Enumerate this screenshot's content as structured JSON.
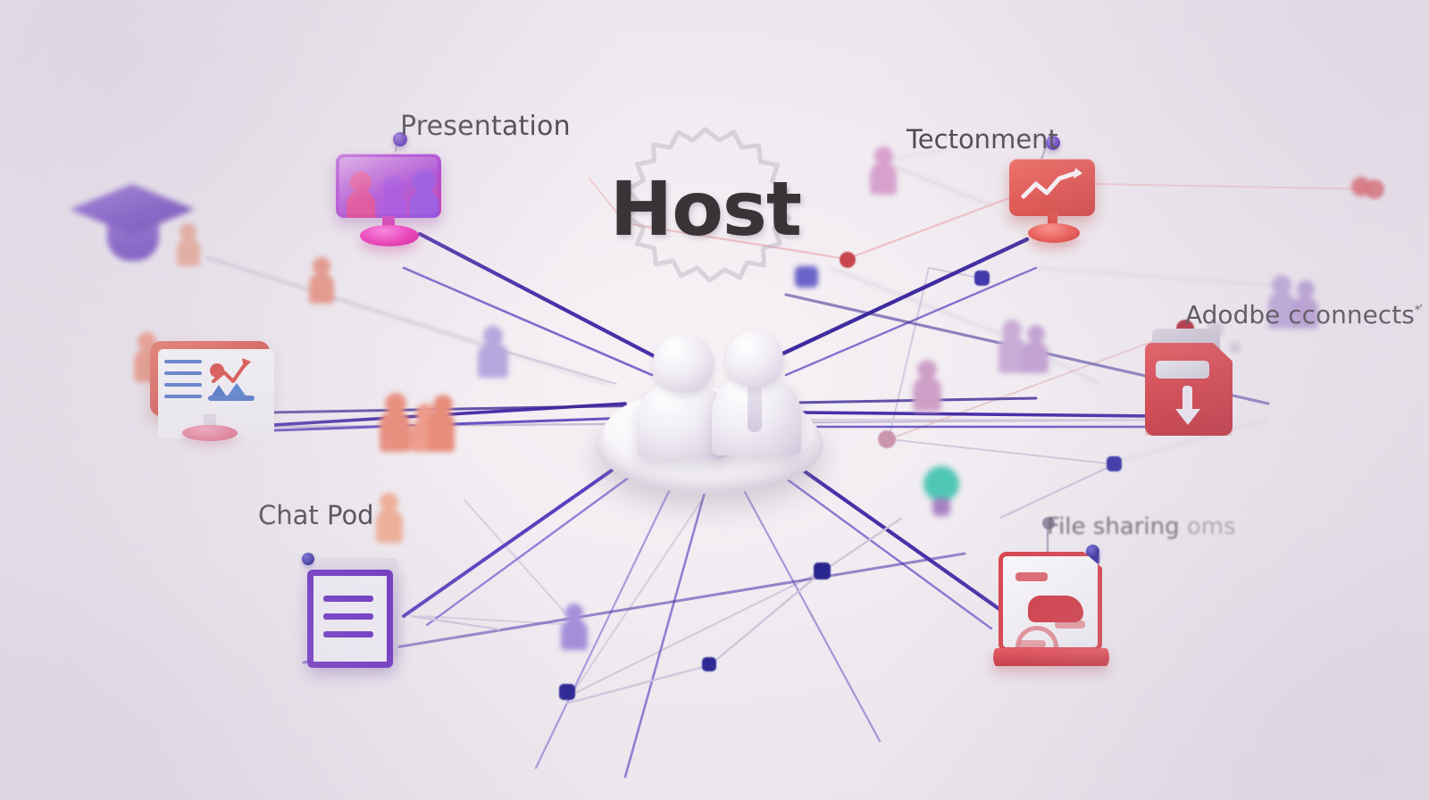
{
  "scene": {
    "title": "Host",
    "center_node": {
      "name": "Host",
      "figures": [
        "host-figure-left",
        "host-figure-right"
      ]
    },
    "background_color": "#efe9ef",
    "accent_purple": "#5b2fb0",
    "accent_magenta": "#e02fa4",
    "accent_red": "#d13f48",
    "accent_navy": "#2f2a94",
    "accent_teal": "#4ec6b4",
    "label_color": "#4d4750"
  },
  "labels": {
    "presentation": "Presentation",
    "tectonment": "Tectonment",
    "adobe_connects": "Adodbe cconnects",
    "adobe_connects_sup": "*ʹ",
    "file_sharing": "File sharing",
    "file_sharing_tail": "oms",
    "chat_pod": "Chat Pod"
  },
  "nodes": [
    {
      "id": "presentation",
      "label": "Presentation",
      "icon": "presentation-screen-icon",
      "color": "#b94ed6"
    },
    {
      "id": "tectonment",
      "label": "Tectonment",
      "icon": "chart-screen-icon",
      "color": "#e0524d"
    },
    {
      "id": "adobe",
      "label": "Adodbe cconnects",
      "icon": "download-folder-icon",
      "color": "#d13f48"
    },
    {
      "id": "filesharing",
      "label": "File sharing oms",
      "icon": "media-device-icon",
      "color": "#d6414a"
    },
    {
      "id": "chatpod",
      "label": "Chat Pod",
      "icon": "document-icon",
      "color": "#6a2fc0"
    },
    {
      "id": "analytics",
      "label": "",
      "icon": "analytics-monitor-icon",
      "color": "#d9564a"
    },
    {
      "id": "education",
      "label": "",
      "icon": "graduation-cap-icon",
      "color": "#6334bd"
    }
  ],
  "analytics_screen": {
    "text_lines": 4,
    "dot_color": "#d9433c",
    "trend_color": "#d9433c",
    "bar_color": "#4a74c8"
  },
  "presentation_screen": {
    "people": 3,
    "person_colors": [
      "#e2368f",
      "#a13ddd",
      "#8f44e0"
    ]
  }
}
